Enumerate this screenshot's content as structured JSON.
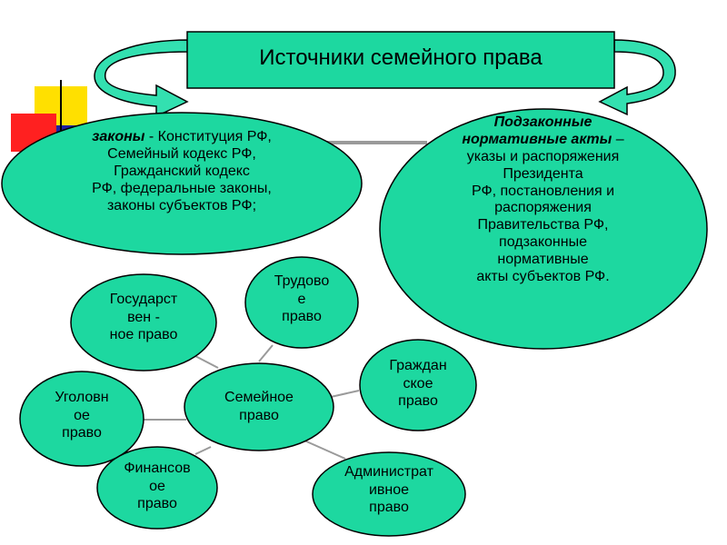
{
  "title": "Источники семейного права",
  "laws": {
    "term": "законы",
    "text": " - Конституция РФ,\nСемейный кодекс РФ,\nГражданский кодекс\nРФ, федеральные законы,\nзаконы субъектов РФ;"
  },
  "bylaws": {
    "term": "Подзаконные\nнормативные акты",
    "text": " –\nуказы и распоряжения\nПрезидента\nРФ, постановления и\nраспоряжения\nПравительства РФ,\nподзаконные\nнормативные\nакты субъектов РФ."
  },
  "center": "Семейное\nправо",
  "branches": {
    "state": "Государст\nвен -\nное право",
    "labor": "Трудово\nе\nправо",
    "civil": "Граждан\nское\nправо",
    "criminal": "Уголовн\nое\nправо",
    "finance": "Финансов\nое\nправо",
    "admin": "Администрат\nивное\nправо"
  },
  "colors": {
    "shape_fill": "#1dd8a0",
    "arrow_fill": "#33e0b0",
    "outline": "#000000",
    "connector": "#9a9a9a",
    "deco_yellow": "#ffe000",
    "deco_red": "#ff2020",
    "deco_blue": "#2020a0"
  }
}
